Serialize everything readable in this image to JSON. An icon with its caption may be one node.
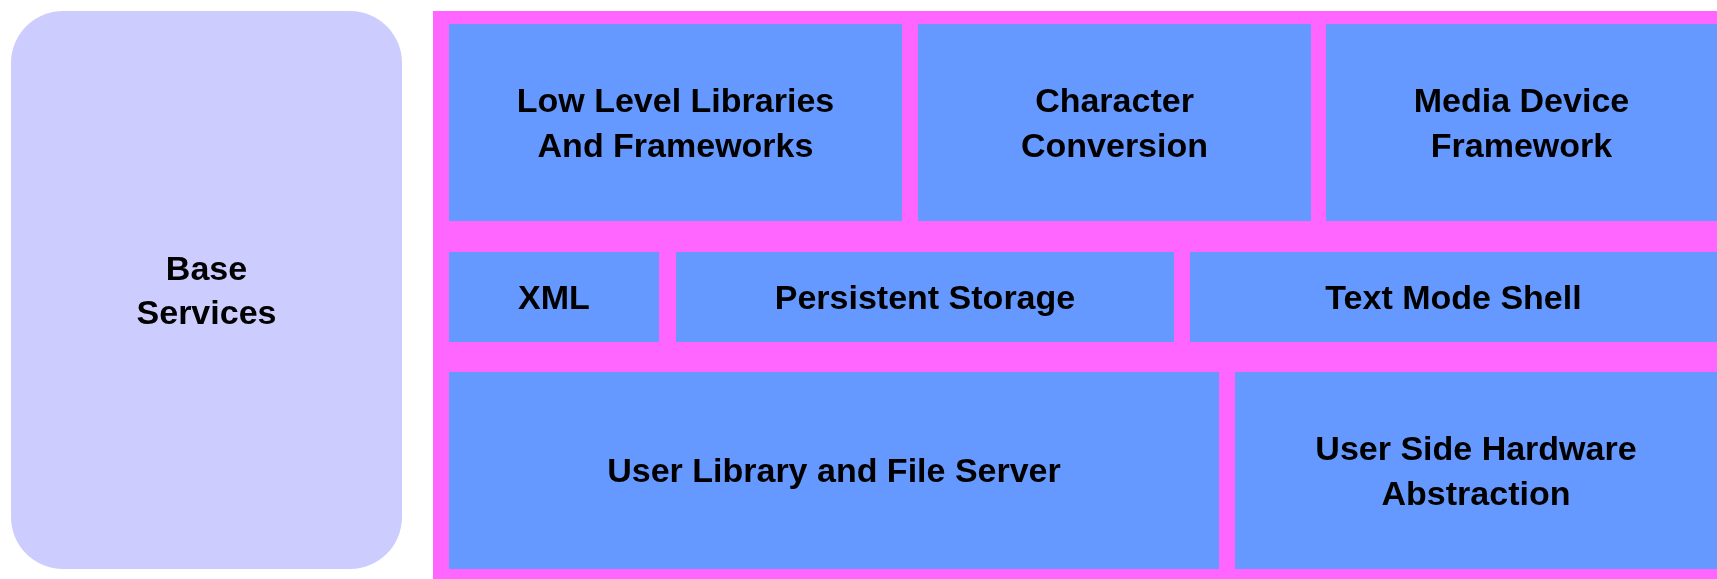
{
  "diagram": {
    "nodes": [
      {
        "text": [
          "Base Services"
        ]
      },
      {
        "text": [],
        "shape": "box"
      },
      {
        "text": [
          "Low Level Libraries And Frameworks"
        ],
        "in": 1
      },
      {
        "text": [
          "Character Conversion"
        ],
        "in": 1
      },
      {
        "text": [
          "Media Device Framework"
        ],
        "in": 1
      },
      {
        "text": [
          "XML"
        ],
        "in": 1
      },
      {
        "text": [
          "Persistent Storage"
        ],
        "in": 1
      },
      {
        "text": [
          "Text Mode Shell"
        ],
        "in": 1
      },
      {
        "text": [
          "User Library and File Server"
        ],
        "in": 1
      },
      {
        "text": [
          "User Side Hardware Abstraction"
        ],
        "in": 1
      }
    ]
  }
}
